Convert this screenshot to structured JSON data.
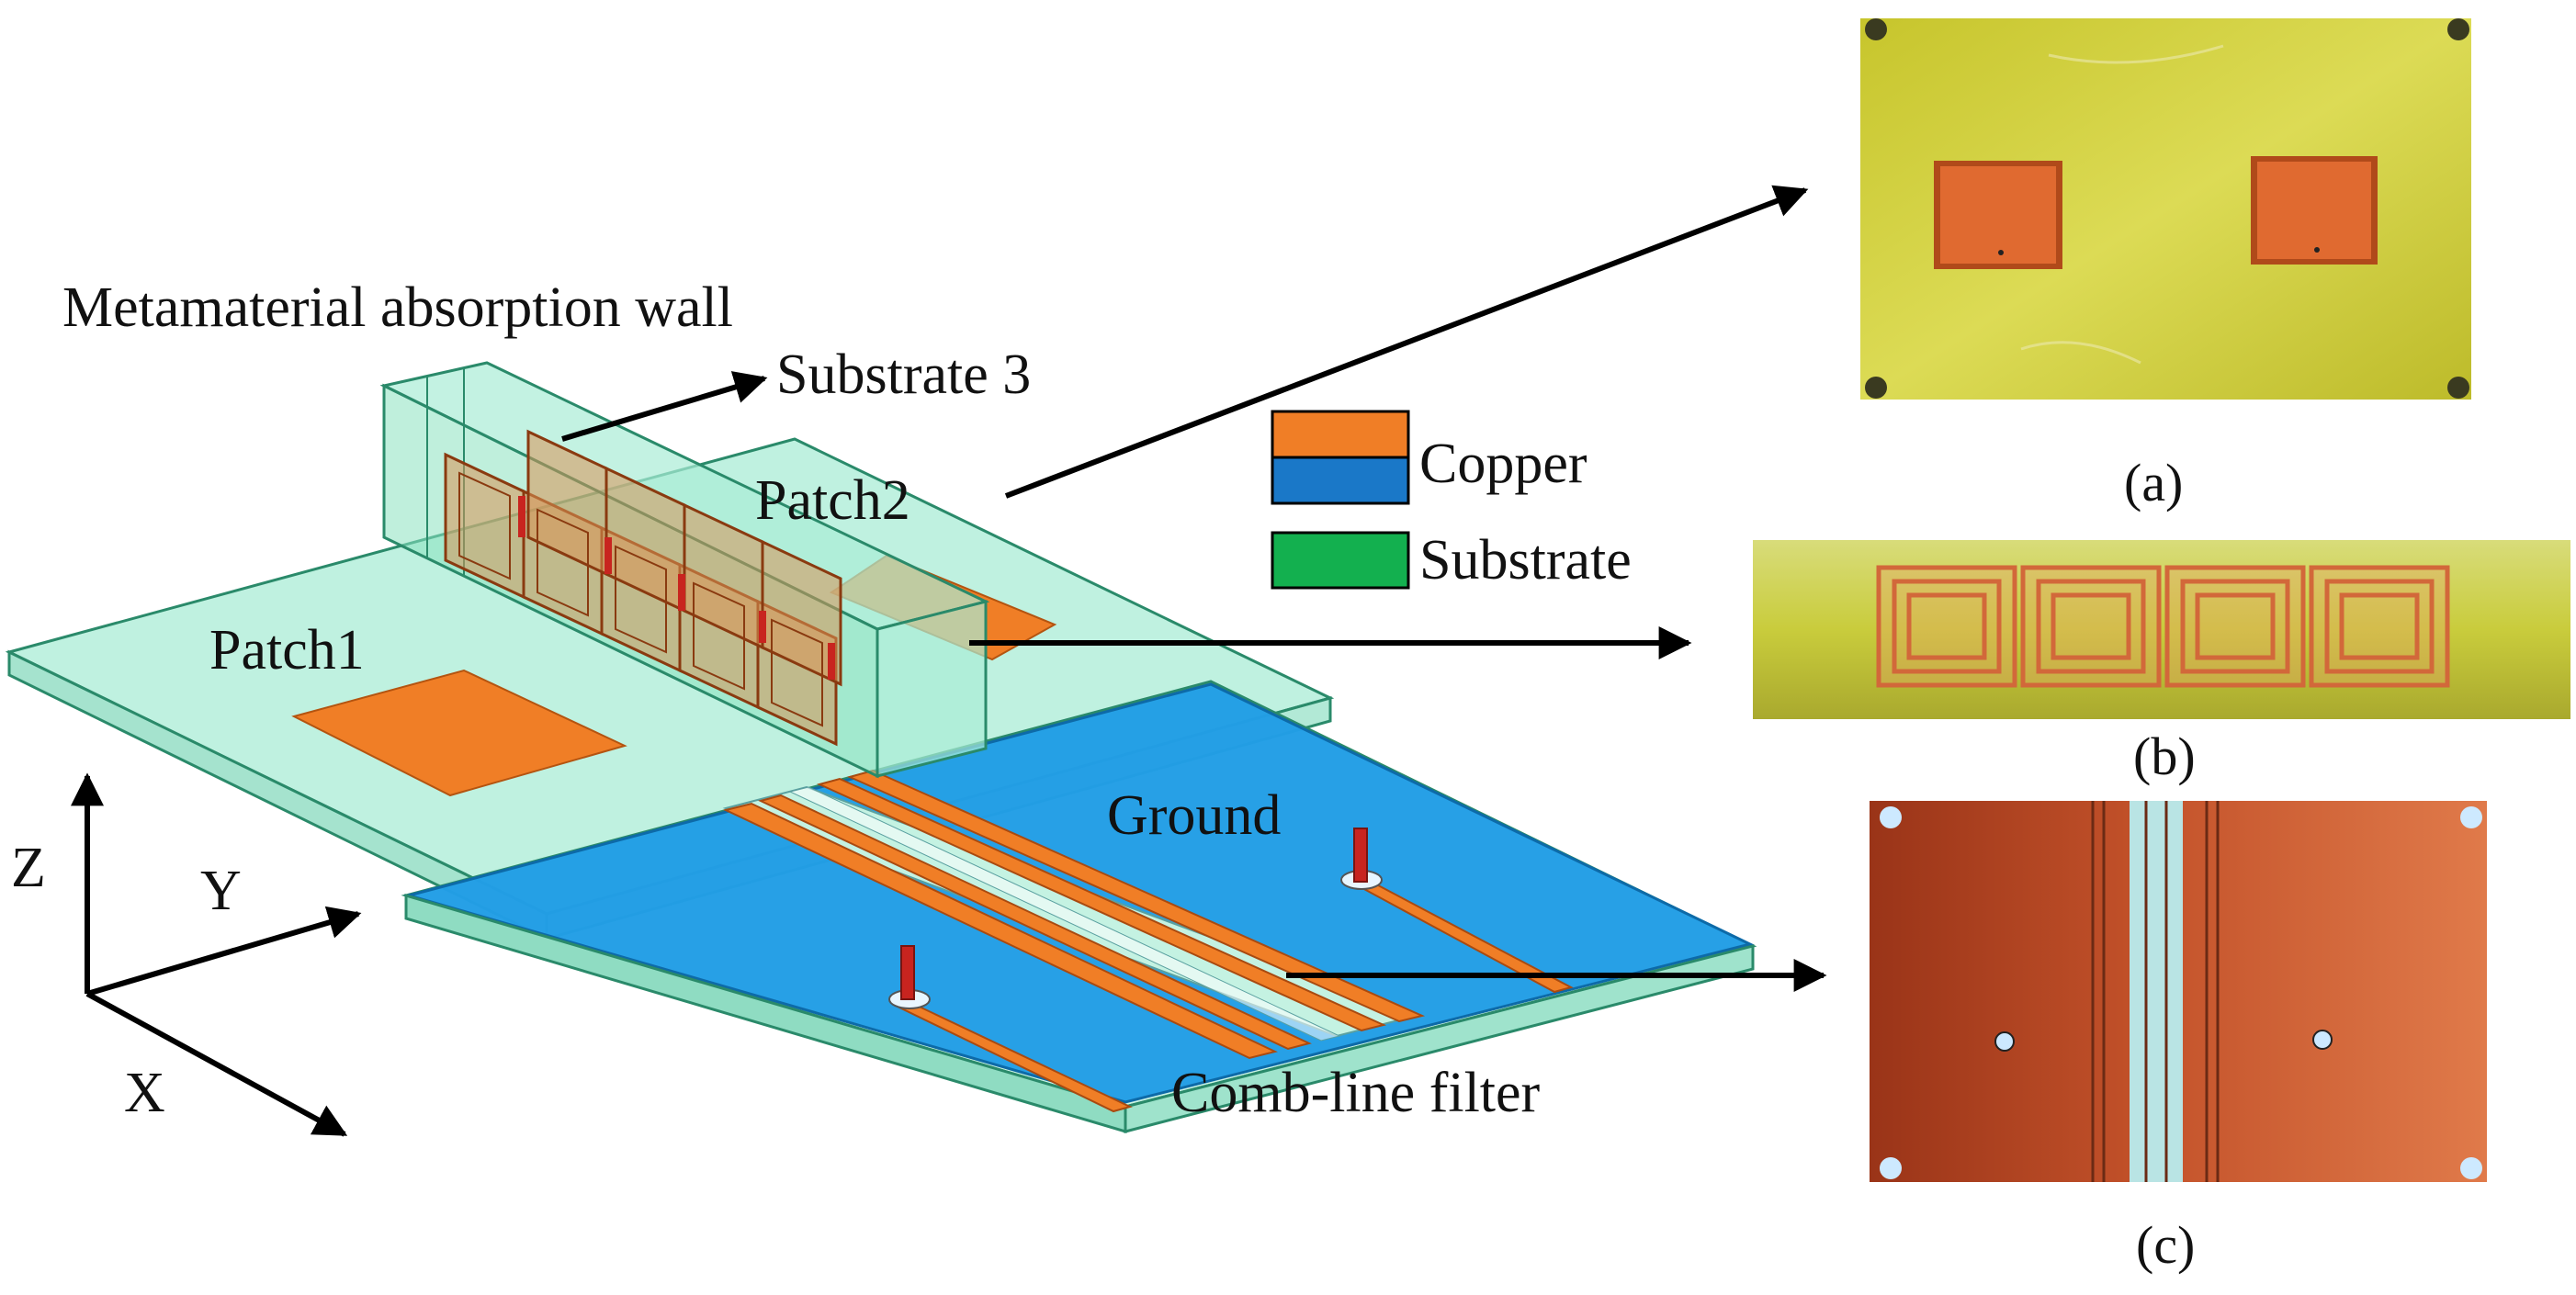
{
  "labels": {
    "absorption_wall": "Metamaterial absorption wall",
    "substrate3": "Substrate 3",
    "patch2": "Patch2",
    "patch1": "Patch1",
    "ground": "Ground",
    "comb_filter": "Comb-line filter",
    "axis_z": "Z",
    "axis_y": "Y",
    "axis_x": "X"
  },
  "legend": {
    "items": [
      {
        "label": "Copper",
        "colors": [
          "#f07e26",
          "#1a78c8"
        ]
      },
      {
        "label": "Substrate",
        "colors": [
          "#13b04f"
        ]
      }
    ]
  },
  "photos": {
    "a": {
      "caption": "(a)"
    },
    "b": {
      "caption": "(b)"
    },
    "c": {
      "caption": "(c)"
    }
  },
  "colors": {
    "copper": "#f07e26",
    "ground": "#1e9be6",
    "substrate": "#a8ecd4",
    "photo_board_yellow": "#cfcf3a",
    "photo_board_copper": "#c8552a"
  }
}
